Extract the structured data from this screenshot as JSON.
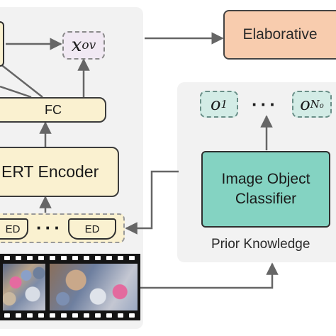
{
  "nodes": {
    "x_ov": "x",
    "x_ov_sub": "ov",
    "fc": "FC",
    "bert_encoder": "ERT Encoder",
    "ed_left": "ED",
    "ed_right": "ED",
    "ed_dots": "···",
    "elaborative": "Elaborative",
    "o1": "o",
    "o1_sub": "1",
    "o_dots": "···",
    "o_no": "o",
    "o_no_sub": "N",
    "o_no_subsub": "o",
    "image_object_classifier_line1": "Image Object",
    "image_object_classifier_line2": "Classifier",
    "prior_knowledge": "Prior Knowledge"
  },
  "colors": {
    "panel_bg": "#f2f2f2",
    "encoder_fill": "#faf1d0",
    "classifier_fill": "#84d3c2",
    "elaborative_fill": "#f8ccae",
    "x_ov_fill": "#f1e9f3",
    "object_token_fill": "#d3ece6",
    "arrow": "#666666"
  }
}
